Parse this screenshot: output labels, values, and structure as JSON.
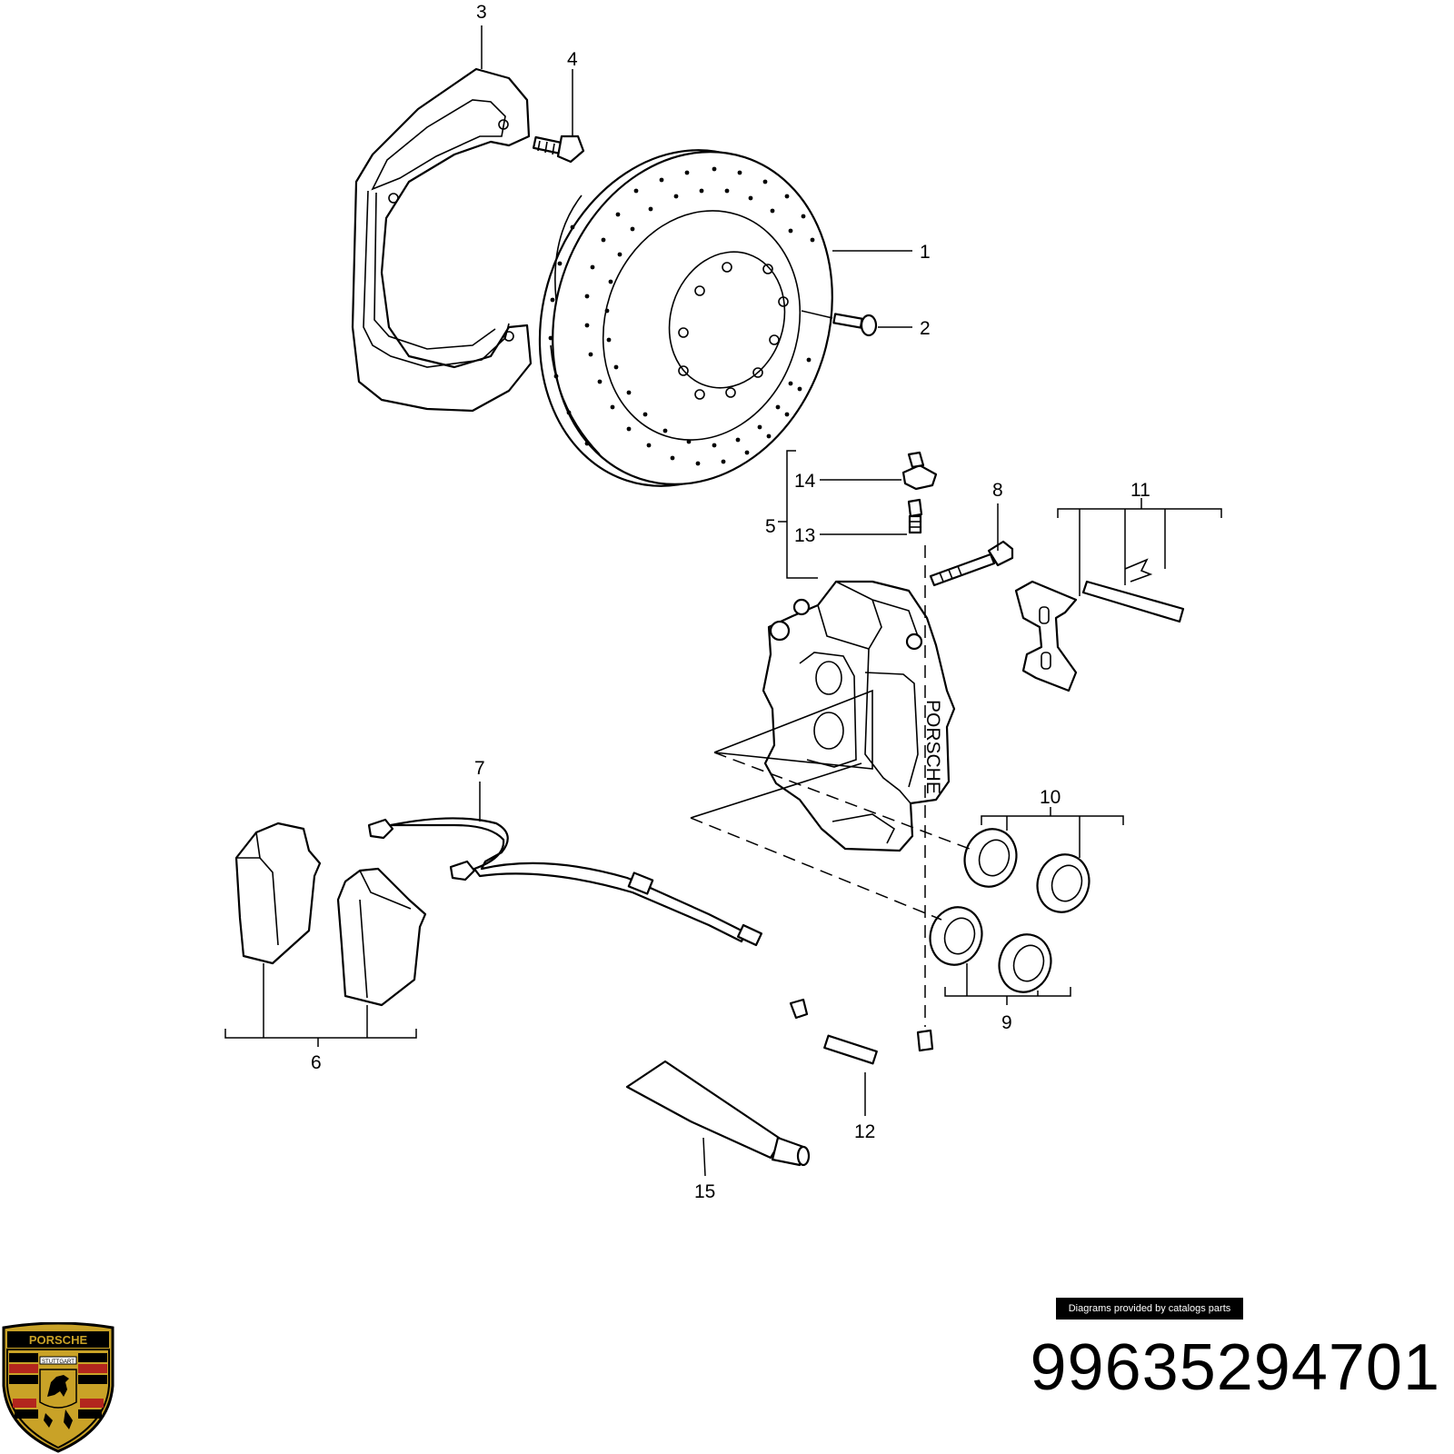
{
  "callouts": {
    "c1": "1",
    "c2": "2",
    "c3": "3",
    "c4": "4",
    "c5": "5",
    "c6": "6",
    "c7": "7",
    "c8": "8",
    "c9": "9",
    "c10": "10",
    "c11": "11",
    "c12": "12",
    "c13": "13",
    "c14": "14",
    "c15": "15"
  },
  "caliper_text": "PORSCHE",
  "credit": "Diagrams provided by catalogs parts",
  "part_number": "99635294701",
  "logo": {
    "text_top": "PORSCHE",
    "text_city": "STUTTGART",
    "icon": "porsche-crest-icon"
  },
  "colors": {
    "ink": "#000000",
    "paper": "#ffffff",
    "crest_red": "#b3261e",
    "crest_gold": "#c9a227"
  }
}
